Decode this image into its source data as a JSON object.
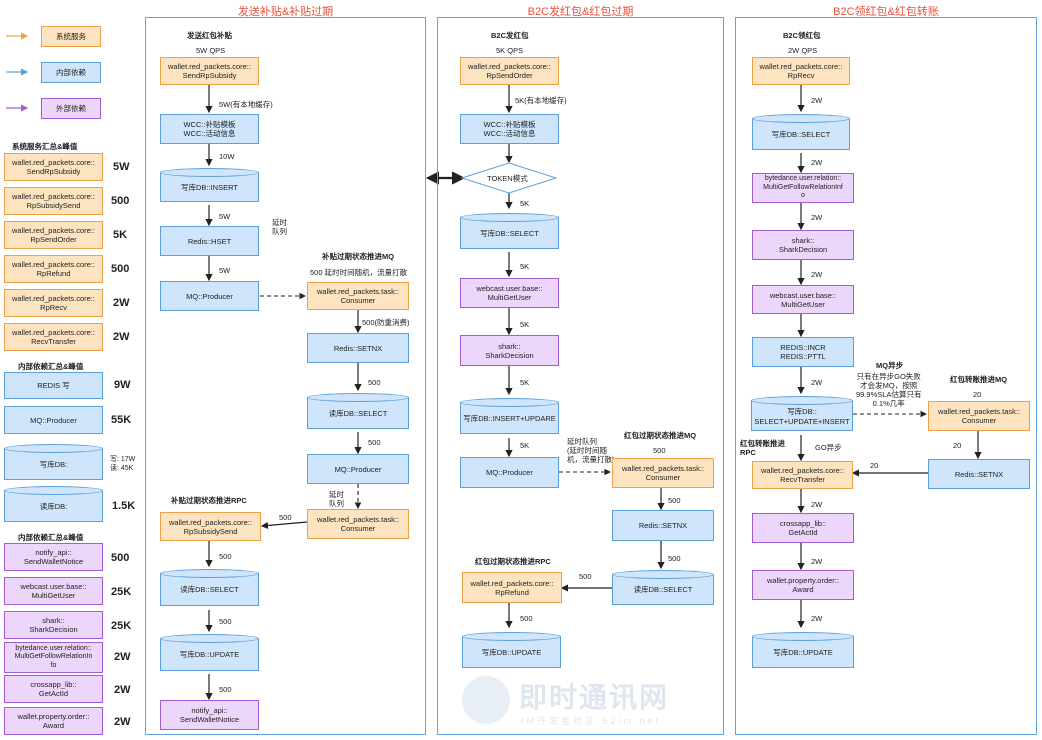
{
  "legend": {
    "items": [
      {
        "label": "系统服务",
        "color": "#f0a24a"
      },
      {
        "label": "内部依赖",
        "color": "#5d9fdb"
      },
      {
        "label": "外部依赖",
        "color": "#a45bd6"
      }
    ]
  },
  "summary": {
    "system_title": "系统服务汇总&峰值",
    "system": [
      {
        "name": "wallet.red_packets.core::\nSendRpSubsidy",
        "value": "5W"
      },
      {
        "name": "wallet.red_packets.core::\nRpSubsidySend",
        "value": "500"
      },
      {
        "name": "wallet.red_packets.core::\nRpSendOrder",
        "value": "5K"
      },
      {
        "name": "wallet.red_packets.core::\nRpRefund",
        "value": "500"
      },
      {
        "name": "wallet.red_packets.core::\nRpRecv",
        "value": "2W"
      },
      {
        "name": "wallet.red_packets.core::\nRecvTransfer",
        "value": "2W"
      }
    ],
    "internal_title": "内部依赖汇总&峰值",
    "internal": [
      {
        "name": "REDIS 写",
        "value": "9W"
      },
      {
        "name": "MQ::Producer",
        "value": "55K"
      }
    ],
    "db_write": {
      "name": "写库DB:",
      "value": "写: 17W\n读: 45K"
    },
    "db_read": {
      "name": "读库DB:",
      "value": "1.5K"
    },
    "external_title": "内部依赖汇总&峰值",
    "external": [
      {
        "name": "notify_api::\nSendWalletNotice",
        "value": "500"
      },
      {
        "name": "webcast.user.base::\nMultiGetUser",
        "value": "25K"
      },
      {
        "name": "shark::\nSharkDecision",
        "value": "25K"
      },
      {
        "name": "bytedance.user.relation::\nMultiGetFollowRelationIn\nfo",
        "value": "2W"
      },
      {
        "name": "crossapp_lib::\nGetActId",
        "value": "2W"
      },
      {
        "name": "wallet.property.order::\nAward",
        "value": "2W"
      }
    ]
  },
  "panel1": {
    "title": "发送补贴&补贴过期",
    "subtitle": "发送红包补贴",
    "qps": "5W QPS",
    "send": "wallet.red_packets.core::\nSendRpSubsidy",
    "e1": "5W(有本地缓存)",
    "wcc": "WCC::补贴模板\nWCC::活动信息",
    "e2": "10W",
    "db_insert": "写库DB::INSERT",
    "e3": "5W",
    "delay": "延时\n队列",
    "redis_hset": "Redis::HSET",
    "e4": "5W",
    "mq_producer": "MQ::Producer",
    "mq_title": "补贴过期状态推进MQ",
    "mq_note": "500 延时时间随机，流量打散",
    "consumer1": "wallet.red_packets.task::\nConsumer",
    "e5": "500(防重消费)",
    "redis_setnx": "Redis::SETNX",
    "e6": "500",
    "db_select": "读库DB::SELECT",
    "e7": "500",
    "mq_producer2": "MQ::Producer",
    "delay2": "延时\n队列",
    "consumer2": "wallet.red_packets.task::\nConsumer",
    "rpc_title": "补贴过期状态推进RPC",
    "e8": "500",
    "subsidy_send": "wallet.red_packets.core::\nRpSubsidySend",
    "e9": "500",
    "db_select2": "读库DB::SELECT",
    "e10": "500",
    "db_update": "写库DB::UPDATE",
    "e11": "500",
    "notify": "notify_api::\nSendWalletNotice"
  },
  "panel2": {
    "title": "B2C发红包&红包过期",
    "subtitle": "B2C发红包",
    "qps": "5K QPS",
    "send": "wallet.red_packets.core::\nRpSendOrder",
    "e1": "5K(有本地缓存)",
    "wcc": "WCC::补贴模板\nWCC::活动信息",
    "token": "TOKEN模式",
    "e2": "5K",
    "db_select": "写库DB::SELECT",
    "e3": "5K",
    "user": "webcast.user.base::\nMultiGetUser",
    "e4": "5K",
    "shark": "shark::\nSharkDecision",
    "e5": "5K",
    "db_insert": "写库DB::INSERT+UPDARE",
    "e6": "5K",
    "delay": "延时队列\n(延时时间随\n机，流量打散)",
    "mq_producer": "MQ::Producer",
    "mq_title": "红包过期状态推进MQ",
    "e7": "500",
    "consumer": "wallet.red_packets.task::\nConsumer",
    "e8": "500",
    "redis_setnx": "Redis::SETNX",
    "e9": "500",
    "db_select2": "读库DB::SELECT",
    "rpc_title": "红包过期状态推进RPC",
    "e10": "500",
    "refund": "wallet.red_packets.core::\nRpRefund",
    "e11": "500",
    "db_update": "写库DB::UPDATE"
  },
  "panel3": {
    "title": "B2C领红包&红包转账",
    "subtitle": "B2C领红包",
    "qps": "2W QPS",
    "recv": "wallet.red_packets.core::\nRpRecv",
    "e1": "2W",
    "db_select": "写库DB::SELECT",
    "e2": "2W",
    "relation": "bytedance.user.relation::\nMultiGetFollowRelationInf\no",
    "e3": "2W",
    "shark": "shark::\nSharkDecision",
    "e4": "2W",
    "user": "webcast.user.base::\nMultiGetUser",
    "redis": "REDIS::INCR\nREDIS::PTTL",
    "e5": "2W",
    "db_main": "写库DB::\nSELECT+UPDATE+INSERT",
    "mq_async_title": "MQ异步",
    "mq_async_note": "只有在异步GO失败\n才会发MQ，按照\n99.9%SLA估算只有\n0.1%几率",
    "mq_title": "红包转账推进MQ",
    "e6": "20",
    "consumer": "wallet.red_packets.task::\nConsumer",
    "e7": "20",
    "redis_setnx": "Redis::SETNX",
    "e8": "20",
    "rpc_title": "红包转账推进\nRPC",
    "go_async": "GO异步",
    "transfer": "wallet.red_packets.core::\nRecvTransfer",
    "e9": "2W",
    "actid": "crossapp_lib::\nGetActId",
    "e10": "2W",
    "award": "wallet.property.order::\nAward",
    "e11": "2W",
    "db_update": "写库DB::UPDATE"
  },
  "watermark": {
    "main": "即时通讯网",
    "sub": "IM开发者社区 52im.net"
  }
}
